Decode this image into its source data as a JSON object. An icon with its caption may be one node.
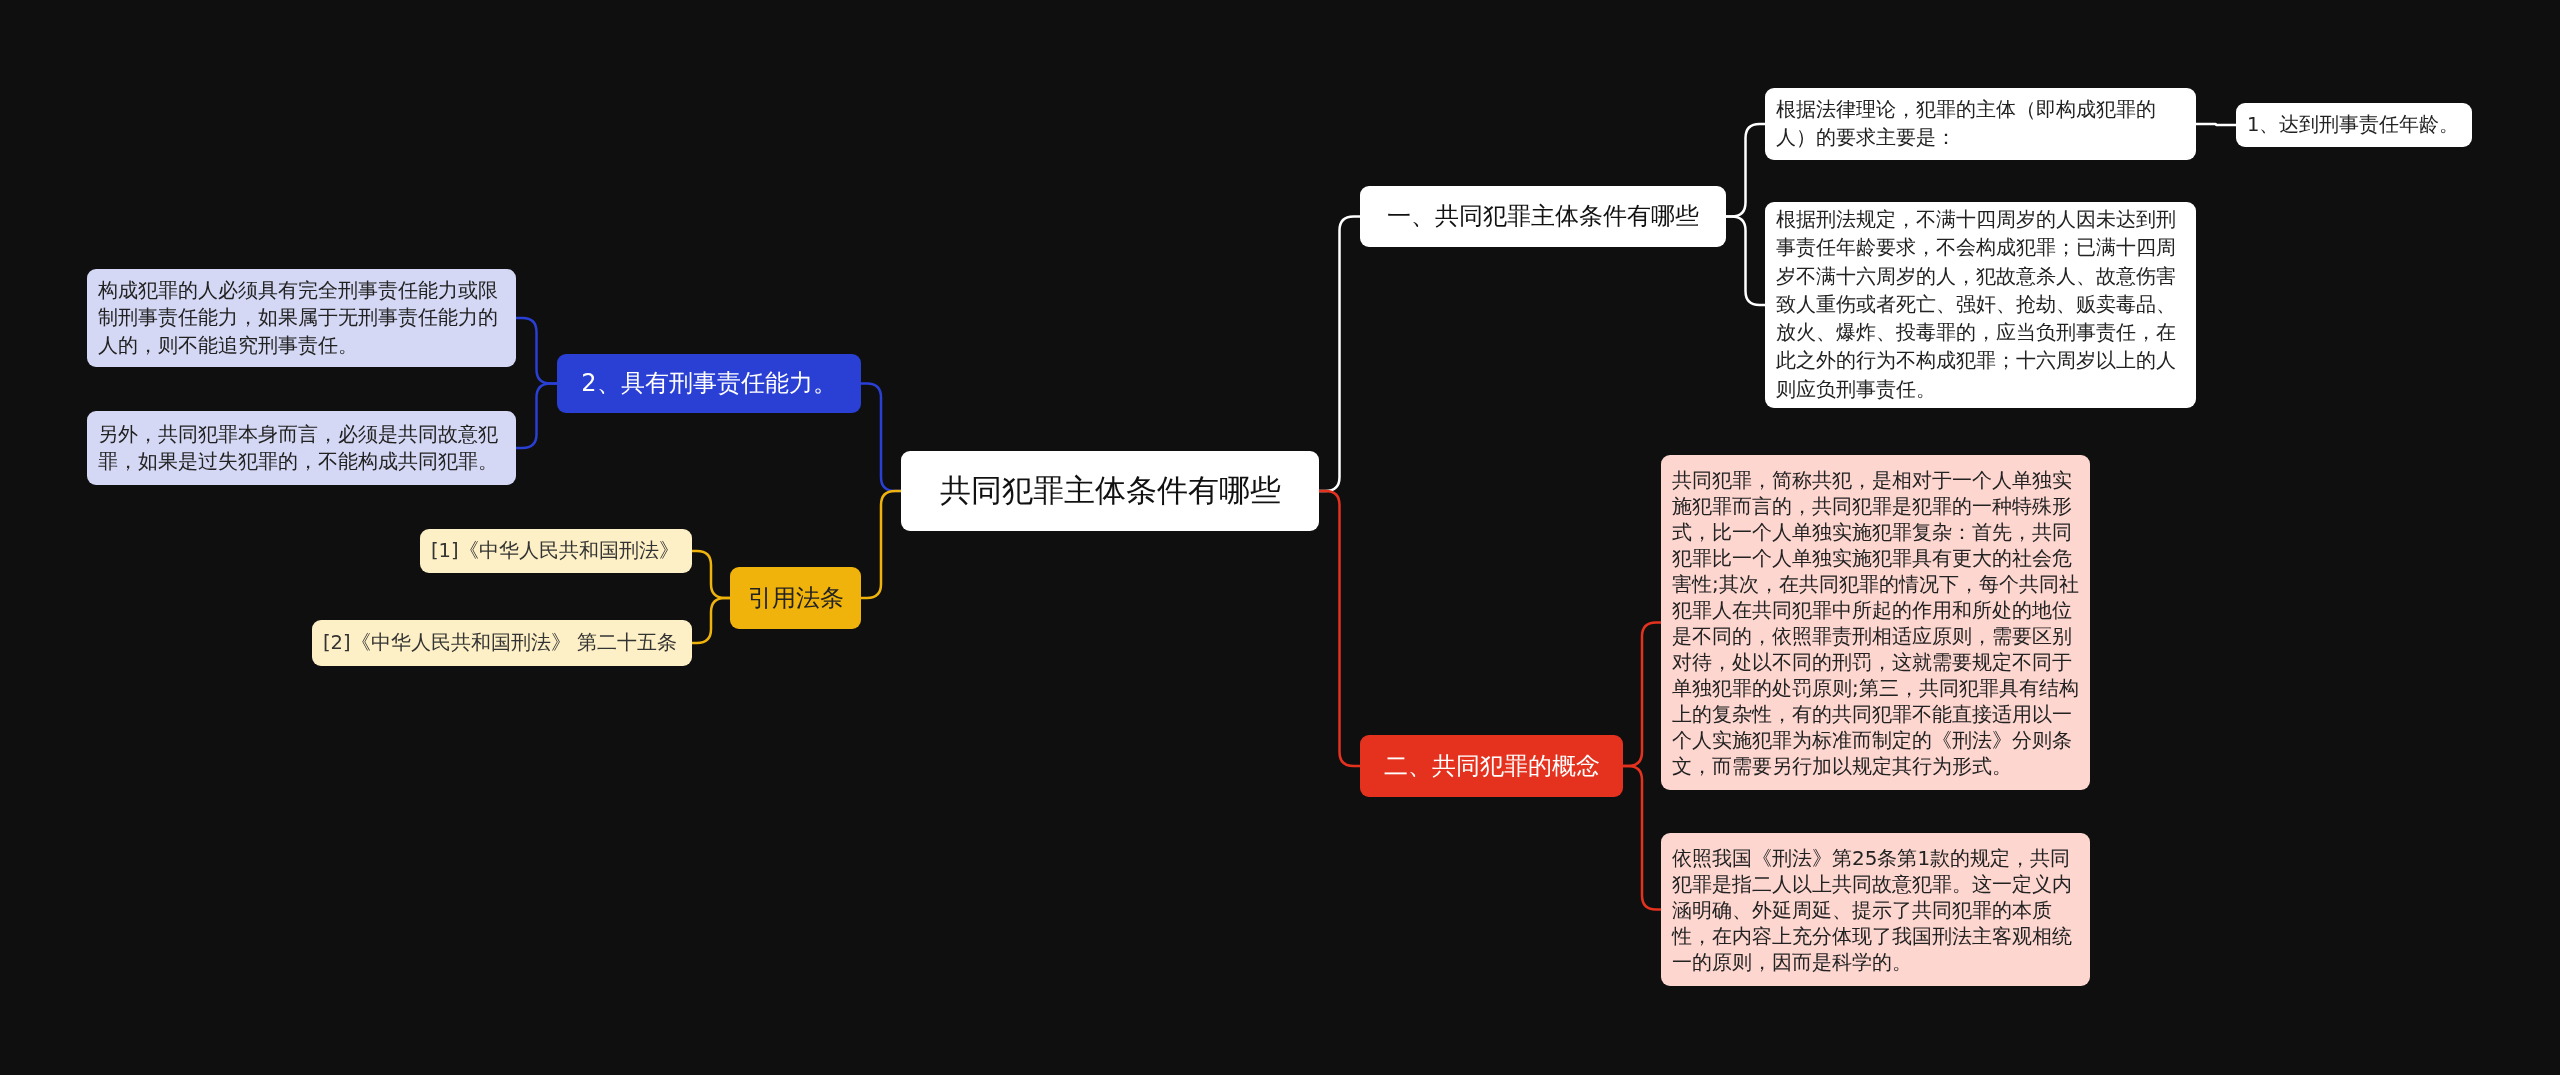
{
  "diagram": {
    "nodes": [
      {
        "text": [
          "共同犯罪主体条件有哪些"
        ]
      },
      {
        "text": [
          "一、共同犯罪主体条件有哪些"
        ]
      },
      {
        "text": [
          "根据法律理论，犯罪的主体（即构成犯罪的人）的要求主要是："
        ]
      },
      {
        "text": [
          "1、达到刑事责任年龄。"
        ]
      },
      {
        "text": [
          "根据刑法规定，不满十四周岁的人因未达到刑事责任年龄要求，不会构成犯罪；已满十四周岁不满十六周岁的人，犯故意杀人、故意伤害致人重伤或者死亡、强奸、抢劫、贩卖毒品、放火、爆炸、投毒罪的，应当负刑事责任，在此之外的行为不构成犯罪；十六周岁以上的人则应负刑事责任。"
        ]
      },
      {
        "text": [
          "二、共同犯罪的概念"
        ]
      },
      {
        "text": [
          "共同犯罪，简称共犯，是相对于一个人单独实施犯罪而言的，共同犯罪是犯罪的一种特殊形式，比一个人单独实施犯罪复杂：首先，共同犯罪比一个人单独实施犯罪具有更大的社会危害性;其次，在共同犯罪的情况下，每个共同社犯罪人在共同犯罪中所起的作用和所处的地位是不同的，依照罪责刑相适应原则，需要区别对待，处以不同的刑罚，这就需要规定不同于单独犯罪的处罚原则;第三，共同犯罪具有结构上的复杂性，有的共同犯罪不能直接适用以一个人实施犯罪为标准而制定的《刑法》分则条文，而需要另行加以规定其行为形式。"
        ]
      },
      {
        "text": [
          "依照我国《刑法》第25条第1款的规定，共同犯罪是指二人以上共同故意犯罪。这一定义内涵明确、外延周延、提示了共同犯罪的本质性，在内容上充分体现了我国刑法主客观相统一的原则，因而是科学的。"
        ]
      },
      {
        "text": [
          "2、具有刑事责任能力。"
        ]
      },
      {
        "text": [
          "构成犯罪的人必须具有完全刑事责任能力或限制刑事责任能力，如果属于无刑事责任能力的人的，则不能追究刑事责任。"
        ]
      },
      {
        "text": [
          "另外，共同犯罪本身而言，必须是共同故意犯罪，如果是过失犯罪的，不能构成共同犯罪。"
        ]
      },
      {
        "text": [
          "引用法条"
        ]
      },
      {
        "text": [
          "[1]《中华人民共和国刑法》"
        ]
      },
      {
        "text": [
          "[2]《中华人民共和国刑法》 第二十五条"
        ]
      }
    ],
    "edges": [
      {
        "from": 0,
        "to": 1,
        "arrow": "none",
        "color": "#ffffff"
      },
      {
        "from": 1,
        "to": 2,
        "arrow": "none",
        "color": "#ffffff"
      },
      {
        "from": 2,
        "to": 3,
        "arrow": "none",
        "color": "#ffffff"
      },
      {
        "from": 1,
        "to": 4,
        "arrow": "none",
        "color": "#ffffff"
      },
      {
        "from": 0,
        "to": 5,
        "arrow": "none",
        "color": "#e5321f"
      },
      {
        "from": 5,
        "to": 6,
        "arrow": "none",
        "color": "#e5321f"
      },
      {
        "from": 5,
        "to": 7,
        "arrow": "none",
        "color": "#e5321f"
      },
      {
        "from": 0,
        "to": 8,
        "arrow": "none",
        "color": "#2a3fd4"
      },
      {
        "from": 8,
        "to": 9,
        "arrow": "none",
        "color": "#2a3fd4"
      },
      {
        "from": 8,
        "to": 10,
        "arrow": "none",
        "color": "#2a3fd4"
      },
      {
        "from": 0,
        "to": 11,
        "arrow": "none",
        "color": "#efb30b"
      },
      {
        "from": 11,
        "to": 12,
        "arrow": "none",
        "color": "#efb30b"
      },
      {
        "from": 11,
        "to": 13,
        "arrow": "none",
        "color": "#efb30b"
      }
    ]
  }
}
